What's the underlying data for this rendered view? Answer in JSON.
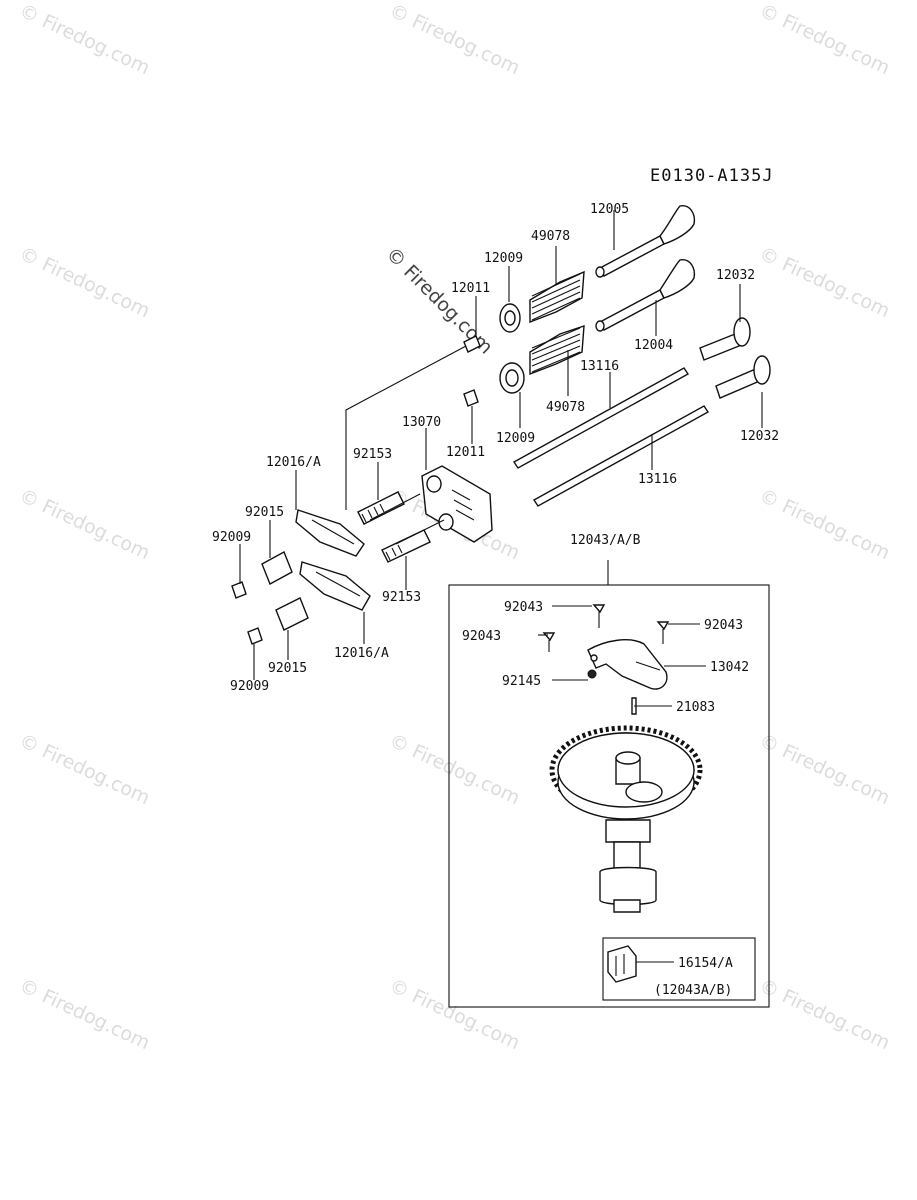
{
  "diagram_code": "E0130-A135J",
  "watermark": {
    "symbol": "©",
    "text": "Firedog.com"
  },
  "labels": {
    "p12005": "12005",
    "p49078a": "49078",
    "p12009a": "12009",
    "p12011a": "12011",
    "p12032a": "12032",
    "p12004": "12004",
    "p13116a": "13116",
    "p49078b": "49078",
    "p12032b": "12032",
    "p13070": "13070",
    "p12009b": "12009",
    "p12011b": "12011",
    "p13116b": "13116",
    "p12016a": "12016/A",
    "p92153a": "92153",
    "p92015a": "92015",
    "p92009a": "92009",
    "p92153b": "92153",
    "p12016b": "12016/A",
    "p92015b": "92015",
    "p92009b": "92009",
    "p12043": "12043/A/B",
    "p92043a": "92043",
    "p92043b": "92043",
    "p92043c": "92043",
    "p13042": "13042",
    "p92145": "92145",
    "p21083": "21083",
    "p16154": "16154/A",
    "note12043": "(12043A/B)"
  }
}
